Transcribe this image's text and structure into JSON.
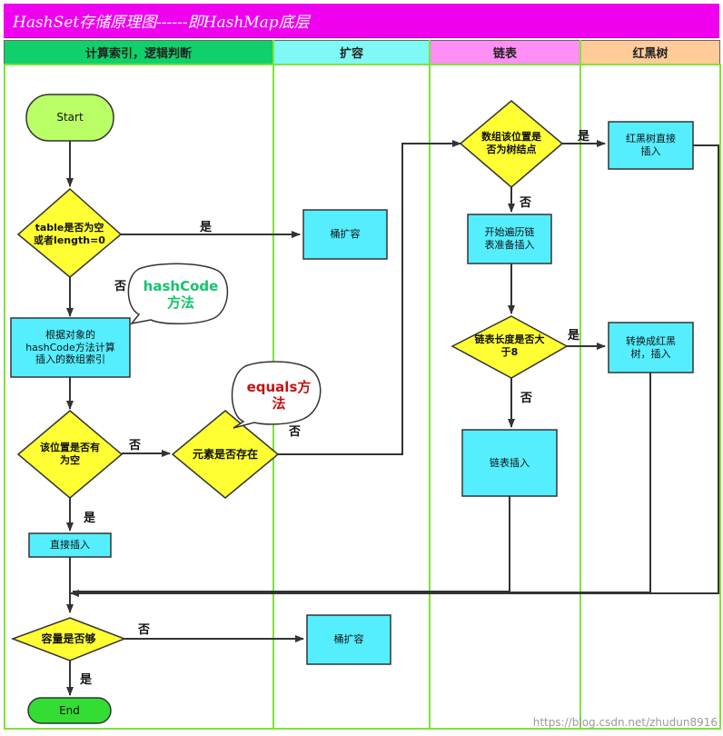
{
  "title": "HashSet存储原理图------即HashMap底层",
  "lanes": [
    {
      "label": "计算索引，逻辑判断",
      "color": "#0fd06a"
    },
    {
      "label": "扩容",
      "color": "#7ef9f6"
    },
    {
      "label": "链表",
      "color": "#ff8ef5"
    },
    {
      "label": "红黑树",
      "color": "#ffcc99"
    }
  ],
  "colors": {
    "lane_border": "#7fe23a",
    "start_end_fill": "#baff66",
    "end_fill": "#33dd33",
    "decision_fill": "#ffff33",
    "process_fill": "#55eeff",
    "line": "#333333"
  },
  "nodes": {
    "start": "Start",
    "table_empty": "table是否为空\n或者length=0",
    "resize1": "桶扩容",
    "compute_index": "根据对象的\nhashCode方法计算\n插入的数组索引",
    "slot_empty": "该位置是否有\n为空",
    "element_exists": "元素是否存在",
    "direct_insert": "直接插入",
    "capacity_enough": "容量是否够",
    "resize2": "桶扩容",
    "end": "End",
    "is_tree_node": "数组该位置是\n否为树结点",
    "tree_insert": "红黑树直接\n插入",
    "traverse_list": "开始遍历链\n表准备插入",
    "list_length": "链表长度是否大\n于8",
    "convert_tree": "转换成红黑\n树，插入",
    "list_insert": "链表插入"
  },
  "callouts": {
    "hashcode": "hashCode\n方法",
    "equals": "equals方\n法"
  },
  "edge_labels": {
    "yes_table_empty": "是",
    "no_table_empty": "否",
    "no_slot_empty": "否",
    "yes_slot_empty": "是",
    "no_element_exists": "否",
    "no_capacity": "否",
    "yes_capacity": "是",
    "yes_tree_node": "是",
    "no_tree_node": "否",
    "yes_list_length": "是",
    "no_list_length": "否"
  },
  "watermark": "https://blog.csdn.net/zhudun8916"
}
